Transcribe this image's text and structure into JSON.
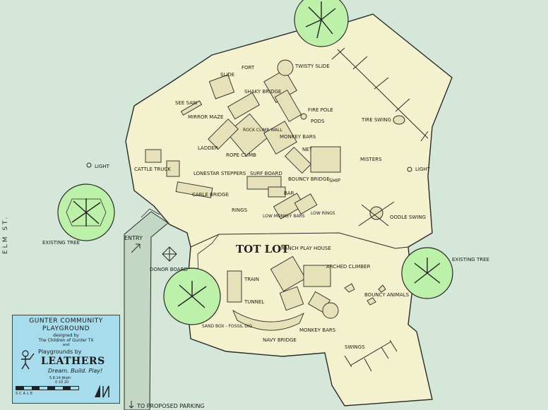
{
  "colors": {
    "background": "#d4e7d9",
    "site": "#f4f1cf",
    "path": "#c3d8c4",
    "tree": "#bdf0a8",
    "title_block": "#a6dcec",
    "line": "#2a2a2a"
  },
  "labels": {
    "fort": "FORT",
    "twisty_slide": "TWISTY SLIDE",
    "slide": "SLIDE",
    "shaky_bridge": "SHAKY BRIDGE",
    "see_saw": "SEE SAW",
    "mirror_maze": "MIRROR MAZE",
    "rock_climb_wall": "ROCK CLIMB WALL",
    "fire_pole": "FIRE POLE",
    "pods": "PODS",
    "ladder": "LADDER",
    "monkey_bars": "MONKEY BARS",
    "tire_swing": "TIRE SWING",
    "rope_climb": "ROPE CLIMB",
    "net": "NET",
    "misters": "MISTERS",
    "light_left": "LIGHT",
    "light_right": "LIGHT",
    "cattle_truck": "CATTLE TRUCK",
    "lonestar_steppers": "LONESTAR STEPPERS",
    "surf_board": "SURF BOARD",
    "bouncy_bridge": "BOUNCY BRIDGE",
    "ship": "SHIP",
    "cable_bridge": "CABLE BRIDGE",
    "rings": "RINGS",
    "bar": "BAR",
    "low_monkey_bars": "LOW MONKEY BARS",
    "low_rings": "LOW RINGS",
    "oodle_swing": "OODLE SWING",
    "existing_tree_left": "EXISTING TREE",
    "existing_tree_right": "EXISTING TREE",
    "entry": "ENTRY",
    "tot_lot": "TOT LOT",
    "ranch_play_house": "RANCH PLAY HOUSE",
    "arched_climber": "ARCHED CLIMBER",
    "donor_board": "DONOR BOARD",
    "train": "TRAIN",
    "bouncy_animals": "BOUNCY ANIMALS",
    "tunnel": "TUNNEL",
    "sand_box_fossil_dig": "SAND BOX - FOSSIL DIG",
    "monkey_bars_tot": "MONKEY BARS",
    "navy_bridge": "NAVY BRIDGE",
    "swings": "SWINGS",
    "elm_st": "ELM ST.",
    "proposed_parking": "TO PROPOSED PARKING"
  },
  "title_block": {
    "line1": "GUNTER COMMUNITY",
    "line2": "PLAYGROUND",
    "line3": "designed by",
    "line4": "The Children of Gunter TX",
    "line5": "and",
    "line6": "Playgrounds by",
    "line7": "LEATHERS",
    "line8": "Dream. Build. Play!",
    "line9": "5.8.14   JA/ph",
    "scale": "SCALE",
    "scale_ticks": "0 10 20"
  }
}
